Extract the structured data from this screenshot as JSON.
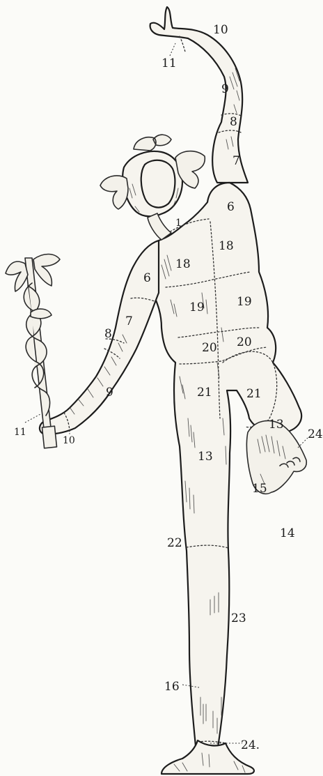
{
  "colors": {
    "ink": "#1c1c1c",
    "paper": "#fbfbf8",
    "figure_fill": "#f6f4ee"
  },
  "labels": {
    "l1": "1",
    "l6_right_shoulder": "6",
    "l6_left_arm": "6",
    "l7_right_arm": "7",
    "l7_left_arm": "7",
    "l8_right_arm": "8",
    "l8_left_arm": "8",
    "l9_right_forearm": "9",
    "l9_left_forearm": "9",
    "l10_right_hand": "10",
    "l10_left_hand": "10",
    "l11_right_hand": "11",
    "l11_left_hand": "11",
    "l13_left_thigh": "13",
    "l13_right_thigh": "13",
    "l14": "14",
    "l15": "15",
    "l16": "16",
    "l18_left": "18",
    "l18_right": "18",
    "l19_left": "19",
    "l19_right": "19",
    "l20_left": "20",
    "l20_right": "20",
    "l21_left": "21",
    "l21_right": "21",
    "l22": "22",
    "l23": "23",
    "l24_foot": "24",
    "l24_ankle": "24."
  }
}
